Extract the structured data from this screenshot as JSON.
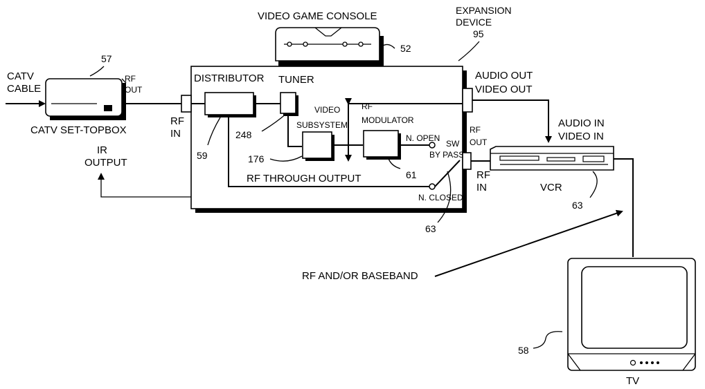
{
  "labels": {
    "video_game_console": "VIDEO GAME CONSOLE",
    "ref_52": "52",
    "expansion_device": "EXPANSION",
    "expansion_device_2": "DEVICE",
    "ref_95": "95",
    "catv": "CATV",
    "cable": "CABLE",
    "ref_57": "57",
    "rf_out_left_1": "RF",
    "rf_out_left_2": "OUT",
    "catv_set_topbox": "CATV SET-TOPBOX",
    "rf_in_left_1": "RF",
    "rf_in_left_2": "IN",
    "ir": "IR",
    "output": "OUTPUT",
    "distributor": "DISTRIBUTOR",
    "tuner": "TUNER",
    "ref_248": "248",
    "ref_59": "59",
    "video": "VIDEO",
    "subsystem": "SUBSYSTEM",
    "rf_mod_1": "RF",
    "modulator": "MODULATOR",
    "ref_176": "176",
    "n_open": "N. OPEN",
    "sw": "SW",
    "by_pass": "BY PASS",
    "ref_61": "61",
    "rf_through_output": "RF THROUGH OUTPUT",
    "n_closed": "N. CLOSED",
    "ref_63_left": "63",
    "rf_out_right_1": "RF",
    "rf_out_right_2": "OUT",
    "audio_out": "AUDIO OUT",
    "video_out": "VIDEO OUT",
    "audio_in": "AUDIO IN",
    "video_in": "VIDEO IN",
    "rf_in_right_1": "RF",
    "rf_in_right_2": "IN",
    "vcr": "VCR",
    "ref_63_right": "63",
    "rf_baseband": "RF AND/OR BASEBAND",
    "ref_58": "58",
    "tv": "TV"
  }
}
